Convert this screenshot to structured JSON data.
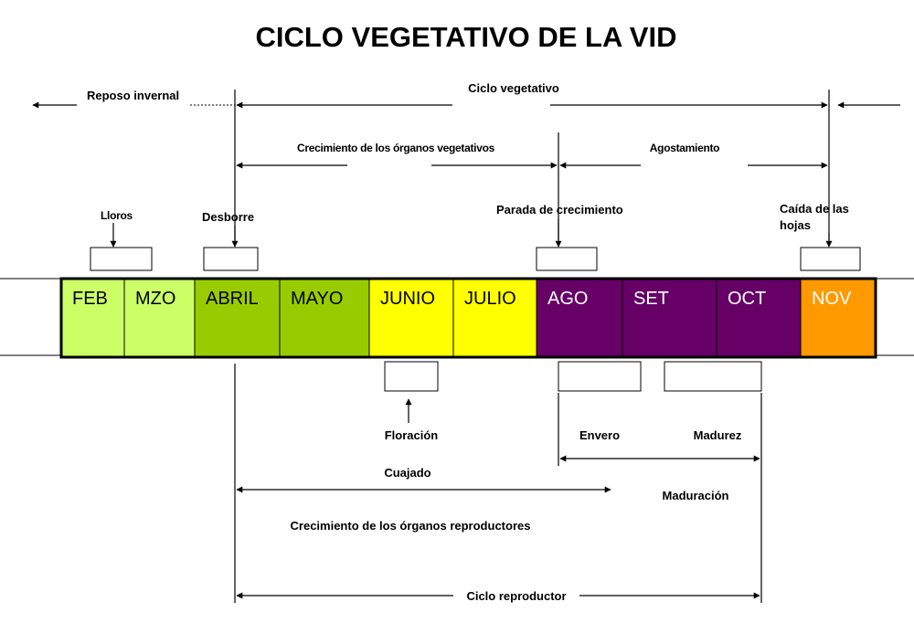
{
  "title": "CICLO VEGETATIVO DE LA VID",
  "months": [
    {
      "label": "FEB",
      "color": "#ccff66",
      "text_color": "#000000"
    },
    {
      "label": "MZO",
      "color": "#ccff66",
      "text_color": "#000000"
    },
    {
      "label": "ABRIL",
      "color": "#99cc00",
      "text_color": "#000000"
    },
    {
      "label": "MAYO",
      "color": "#99cc00",
      "text_color": "#000000"
    },
    {
      "label": "JUNIO",
      "color": "#ffff00",
      "text_color": "#000000"
    },
    {
      "label": "JULIO",
      "color": "#ffff00",
      "text_color": "#000000"
    },
    {
      "label": "AGO",
      "color": "#660066",
      "text_color": "#ffffff"
    },
    {
      "label": "SET",
      "color": "#660066",
      "text_color": "#ffffff"
    },
    {
      "label": "OCT",
      "color": "#660066",
      "text_color": "#ffffff"
    },
    {
      "label": "NOV",
      "color": "#ff9900",
      "text_color": "#ffffff"
    }
  ],
  "labels": {
    "reposo_invernal": "Reposo invernal",
    "ciclo_vegetativo": "Ciclo vegetativo",
    "crecimiento_vegetativos": "Crecimiento de los órganos vegetativos",
    "agostamiento": "Agostamiento",
    "lloros": "Lloros",
    "desborre": "Desborre",
    "parada_crecimiento": "Parada de crecimiento",
    "caida_hojas_line1": "Caída de las",
    "caida_hojas_line2": "hojas",
    "floracion": "Floración",
    "envero": "Envero",
    "madurez": "Madurez",
    "cuajado": "Cuajado",
    "maduracion": "Maduración",
    "crecimiento_reproductores": "Crecimiento de los órganos reproductores",
    "ciclo_reproductor": "Ciclo reproductor"
  }
}
